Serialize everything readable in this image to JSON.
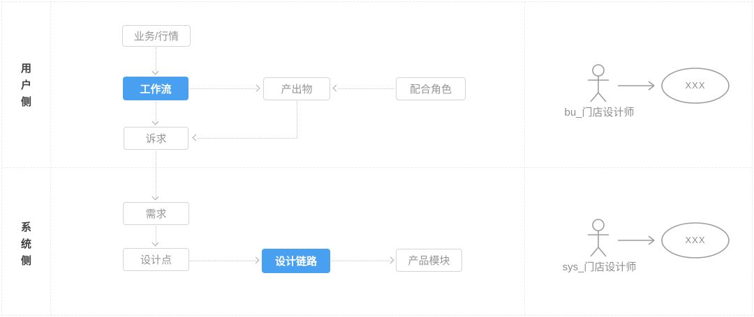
{
  "sections": {
    "user_side": {
      "label": "用户侧"
    },
    "system_side": {
      "label": "系统侧"
    }
  },
  "nodes": {
    "business_market": "业务/行情",
    "workflow": "工作流",
    "deliverable": "产出物",
    "supporting_role": "配合角色",
    "appeal": "诉求",
    "requirement": "需求",
    "design_point": "设计点",
    "design_chain": "设计链路",
    "product_module": "产品模块"
  },
  "actors": [
    {
      "name": "bu_门店设计师",
      "usecase": "XXX"
    },
    {
      "name": "sys_门店设计师",
      "usecase": "XXX"
    }
  ],
  "edges": [
    {
      "from": "业务/行情",
      "to": "工作流",
      "style": "dotted-arrow"
    },
    {
      "from": "工作流",
      "to": "产出物",
      "style": "dotted-arrow"
    },
    {
      "from": "配合角色",
      "to": "产出物",
      "style": "dotted-arrow"
    },
    {
      "from": "工作流",
      "to": "诉求",
      "style": "dotted-arrow"
    },
    {
      "from": "产出物",
      "to": "诉求",
      "style": "dotted-arrow-elbow"
    },
    {
      "from": "诉求",
      "to": "需求",
      "style": "dotted-arrow"
    },
    {
      "from": "需求",
      "to": "设计点",
      "style": "dotted-arrow"
    },
    {
      "from": "设计点",
      "to": "设计链路",
      "style": "dotted-arrow"
    },
    {
      "from": "设计链路",
      "to": "产品模块",
      "style": "dotted-arrow"
    },
    {
      "from": "bu_门店设计师",
      "to": "XXX",
      "style": "solid-arrow"
    },
    {
      "from": "sys_门店设计师",
      "to": "XXX",
      "style": "solid-arrow"
    }
  ],
  "colors": {
    "accent_blue": "#4aa0f0",
    "box_border": "#d5d5d5",
    "box_text": "#969696",
    "connector": "#c6c6c6",
    "divider": "#ebebeb",
    "actor_stroke": "#9c9c9c",
    "side_label": "#404040"
  }
}
